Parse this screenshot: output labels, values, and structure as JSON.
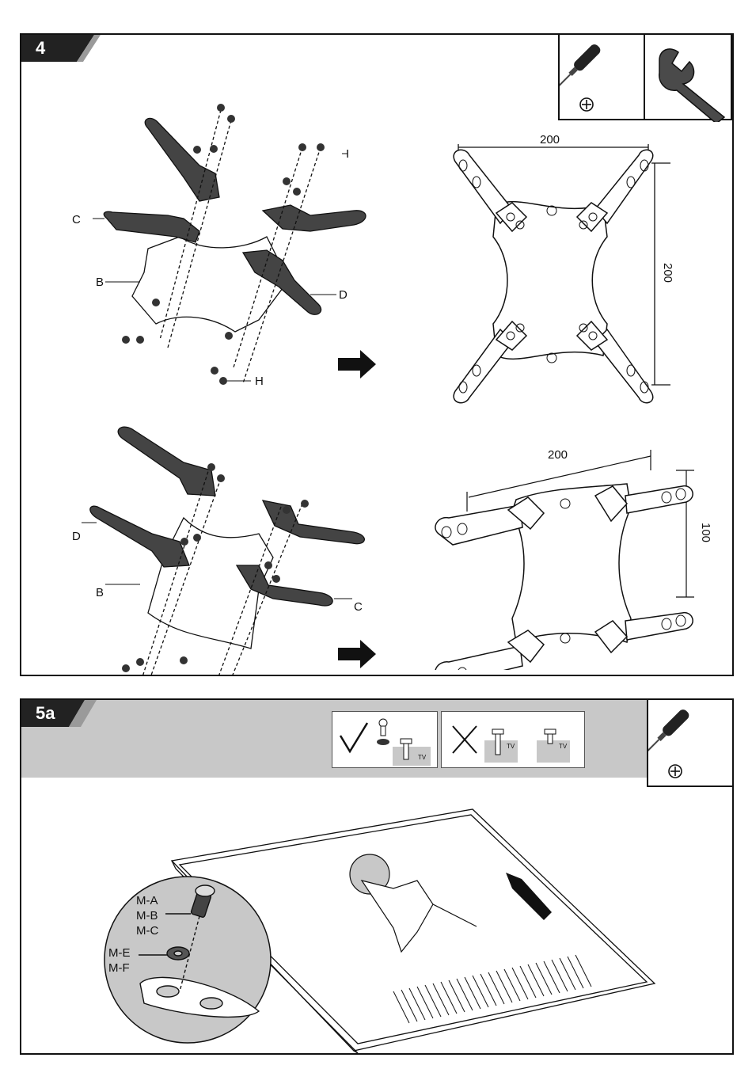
{
  "step4": {
    "number": "4",
    "tools": [
      "phillips-screwdriver-icon",
      "wrench-icon"
    ],
    "top_assembly": {
      "labels": {
        "c": "C",
        "b": "B",
        "d": "D",
        "h": "H",
        "i": "I"
      },
      "dims": {
        "width": "200",
        "height": "200"
      }
    },
    "bottom_assembly": {
      "labels": {
        "d": "D",
        "b": "B",
        "c": "C"
      },
      "dims": {
        "width": "200",
        "height": "100"
      }
    }
  },
  "step5a": {
    "number": "5a",
    "tools": [
      "phillips-screwdriver-icon"
    ],
    "callout_labels": {
      "ma": "M-A",
      "mb": "M-B",
      "mc": "M-C",
      "me": "M-E",
      "mf": "M-F"
    },
    "correct_tv_label": "TV",
    "wrong_tv_label1": "TV",
    "wrong_tv_label2": "TV"
  },
  "colors": {
    "badge": "#222222",
    "badge_stripe": "#9a9a9a",
    "gray_bar": "#c8c8c8"
  }
}
